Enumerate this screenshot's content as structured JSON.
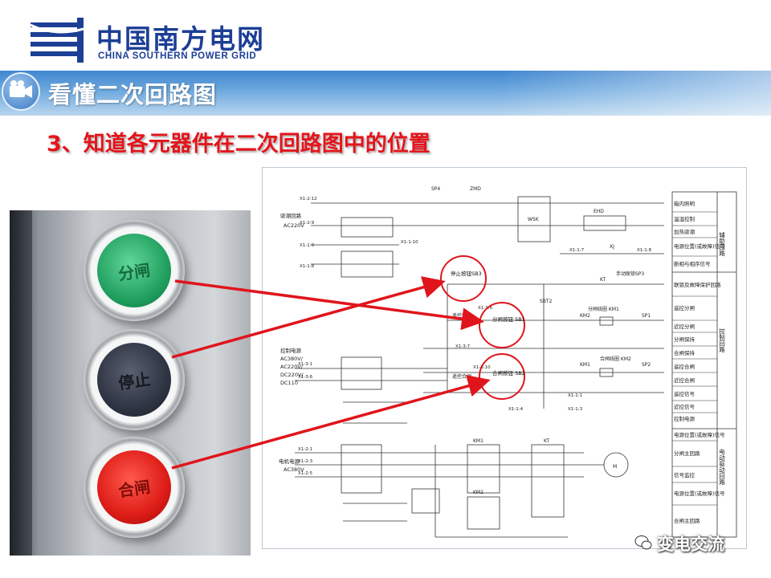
{
  "header": {
    "logo_cn": "中国南方电网",
    "logo_en": "CHINA SOUTHERN POWER GRID",
    "title": "看懂二次回路图",
    "subtitle": "3、知道各元器件在二次回路图中的位置"
  },
  "photo": {
    "buttons": [
      {
        "label": "分闸",
        "color": "#1e9c5c"
      },
      {
        "label": "停止",
        "color": "#2c3140"
      },
      {
        "label": "合闸",
        "color": "#dd1c16"
      }
    ]
  },
  "diagram": {
    "circled_labels": [
      "停止按钮SB3",
      "分闸按钮 SB1",
      "合闸按钮 SB2"
    ],
    "left_labels": {
      "heater_loop": "驱潮回路",
      "heater_ac": "AC220V",
      "ctrl_power": "控制电源",
      "ctrl_ac380": "AC380V/",
      "ctrl_ac220": "AC220V/",
      "ctrl_dc220": "DC220V/",
      "ctrl_dc110": "DC110",
      "motor_power": "电机电源",
      "motor_ac": "AC380V"
    },
    "top_labels": [
      "SP4",
      "ZMD",
      "WSK",
      "EHD",
      "XJ",
      "KT",
      "手动联锁SP3",
      "SBT2",
      "KM2",
      "分闸线圈 KM1",
      "SP1",
      "KM1",
      "合闸线圈 KM2",
      "SP2",
      "遥控分闸",
      "遥控合闸",
      "KM1",
      "KM2",
      "KT",
      "M"
    ],
    "terminals": [
      "X1-2:12",
      "X1-2:9",
      "X1-1:9",
      "X1-1:8",
      "X1-1:10",
      "X1-1:7",
      "X1-1:8",
      "X1-3:1",
      "X1-3:6",
      "X1-2:1",
      "X1-2:3",
      "X1-2:5",
      "X1-1:6",
      "X1-3:10",
      "X1-1:4",
      "X1-1:3",
      "X1-1:1",
      "X1-3:7"
    ],
    "right_table": {
      "rows": [
        "箱内照明",
        "温湿控制",
        "加热驱潮",
        "电源位置(或故障)信号",
        "断相与相序信号",
        "联锁及故障保护回路",
        "遥控分闸",
        "近控分闸",
        "分闸保持",
        "合闸保持",
        "遥控合闸",
        "近控合闸",
        "遥控信号",
        "近控信号",
        "控制电源",
        "电源位置(或故障)信号",
        "分闸主回路",
        "信号监控",
        "电源位置(或故障)信号",
        "合闸主回路"
      ],
      "groups": [
        "辅助回路",
        "控制回路",
        "电动驱动回路"
      ]
    }
  },
  "watermark": "变电交流",
  "colors": {
    "brand_blue": "#1c3f95",
    "title_red": "#e4141b",
    "arrow_red": "#e0151c",
    "bar_blue": "#3f86cf"
  }
}
